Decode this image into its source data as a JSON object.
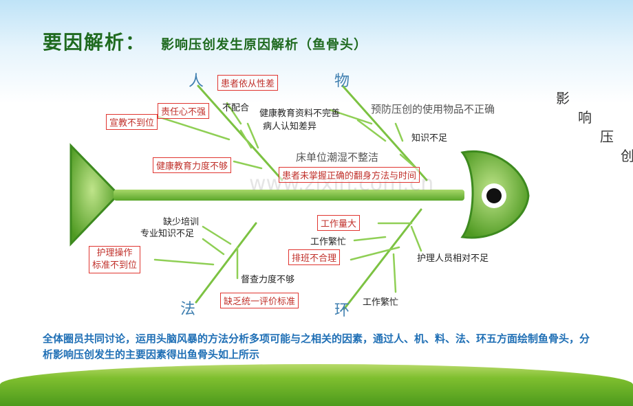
{
  "title": "要因解析：",
  "subtitle": "影响压创发生原因解析（鱼骨头）",
  "categories": {
    "ren": "人",
    "wu": "物",
    "fa": "法",
    "huan": "环"
  },
  "ren_causes": {
    "c1": "患者依从性差",
    "c2": "责任心不强",
    "c3": "宣教不到位",
    "c4": "健康教育力度不够",
    "c5": "不配合"
  },
  "wu_causes": {
    "c1": "健康教育资料不完善",
    "c2": "病人认知差异",
    "c3": "预防压创的使用物品不正确",
    "c4": "知识不足",
    "c5": "床单位潮湿不整洁",
    "c6": "患者未掌握正确的翻身方法与时间"
  },
  "fa_causes": {
    "c1": "缺少培训",
    "c2": "专业知识不足",
    "c3": "护理操作",
    "c3b": "标准不到位",
    "c4": "督查力度不够",
    "c5": "缺乏统一评价标准"
  },
  "huan_causes": {
    "c1": "工作量大",
    "c2": "工作繁忙",
    "c3": "排班不合理",
    "c4": "护理人员相对不足",
    "c5": "工作繁忙"
  },
  "effect": {
    "ch1": "影",
    "ch2": "响",
    "ch3": "压",
    "ch4": "创"
  },
  "watermark": "www.zixin.com.cn",
  "summary": "全体圈员共同讨论，运用头脑风暴的方法分析多项可能与之相关的因素，通过人、机、料、法、环五方面绘制鱼骨头，分析影响压创发生的主要因素得出鱼骨头如上所示",
  "colors": {
    "fish_green": "#6fb43a",
    "fish_dark": "#3d8a1f",
    "box_red": "#e0342f",
    "title_green": "#1f6a1f",
    "summary_blue": "#1f6fb5"
  }
}
